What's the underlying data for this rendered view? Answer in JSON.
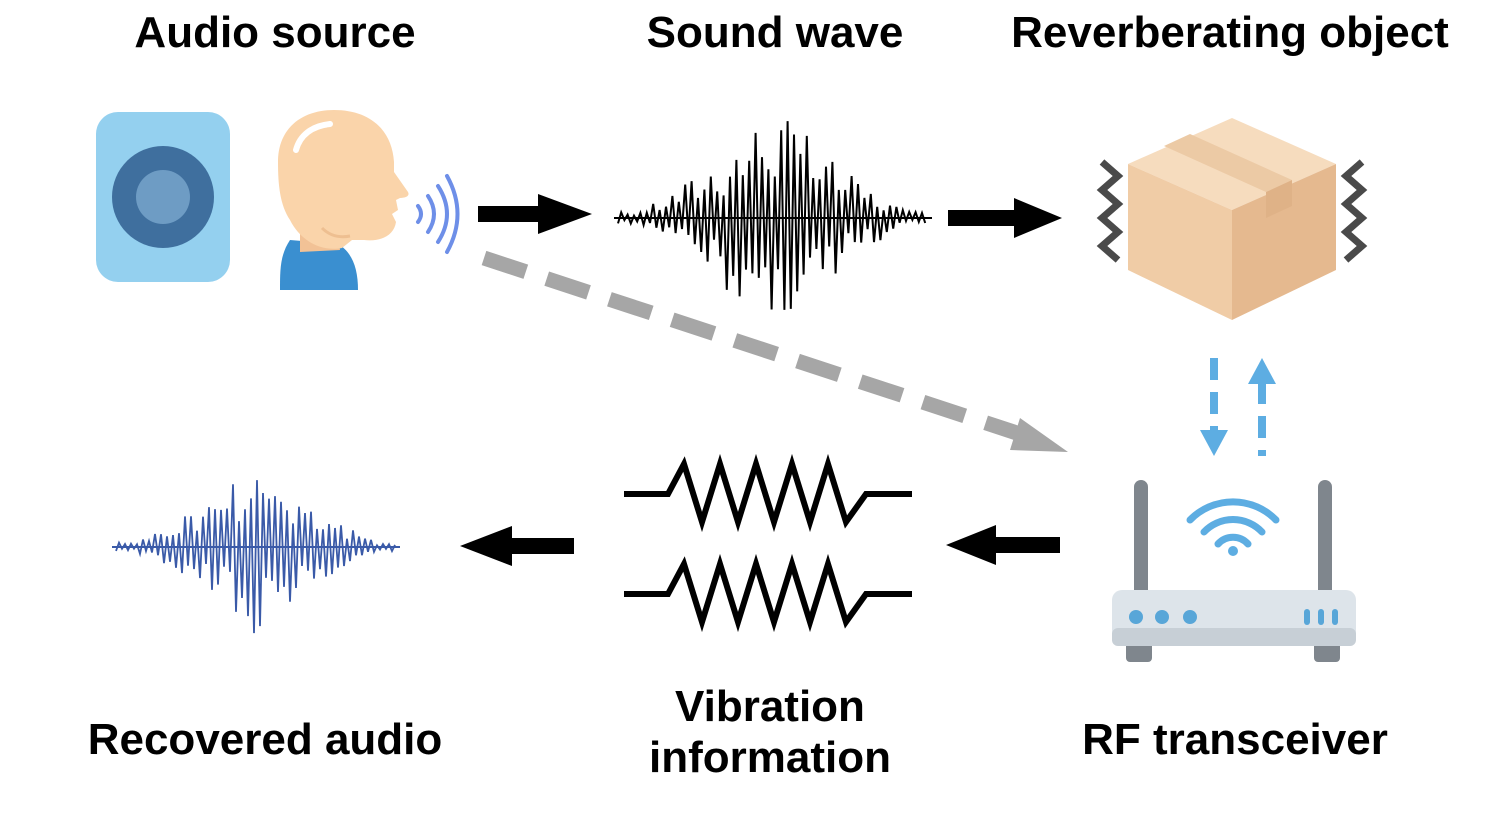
{
  "labels": {
    "audio_source": "Audio source",
    "sound_wave": "Sound wave",
    "reverberating_object": "Reverberating object",
    "recovered_audio": "Recovered audio",
    "vibration_information_line1": "Vibration",
    "vibration_information_line2": "information",
    "rf_transceiver": "RF transceiver"
  },
  "icons": {
    "speaker": "speaker-icon",
    "person": "person-speaking-icon",
    "box": "cardboard-box-icon",
    "router": "wifi-router-icon",
    "sound_wave": "sound-wave-icon",
    "recovered_wave": "recovered-wave-icon",
    "vibration": "vibration-signal-icon"
  },
  "colors": {
    "arrow": "#000000",
    "dashed_arrow": "#a6a6a6",
    "rf_arrows": "#5dade2",
    "speaker_body": "#94d0ef",
    "speaker_cone": "#3f6f9e",
    "face": "#fad4aa",
    "shirt": "#3a8fd0",
    "voice_waves": "#6e8fe8",
    "box_front": "#f0cca6",
    "box_top": "#f6dcbe",
    "box_side": "#e5b98f",
    "shake_marks": "#4a4a4a",
    "router_body": "#dde4ea",
    "router_dots": "#58a6d8",
    "wifi": "#5dade2",
    "antenna": "#7f868d",
    "recovered_wave": "#3a5aa8"
  }
}
